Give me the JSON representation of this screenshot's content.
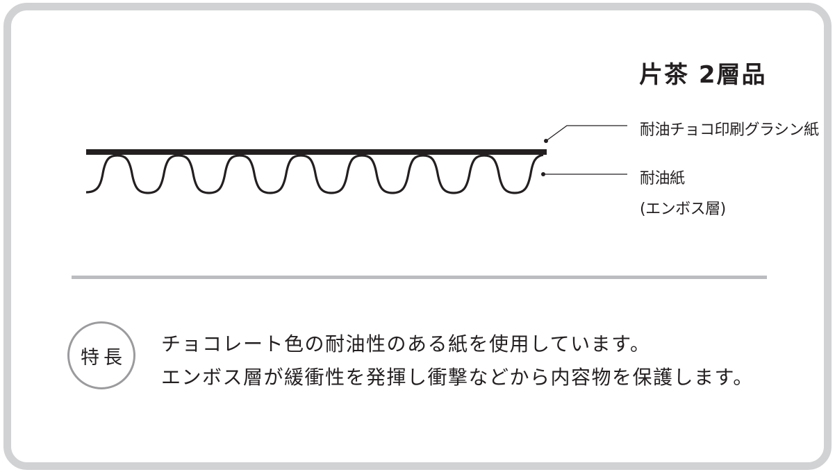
{
  "title": "片茶 2層品",
  "diagram": {
    "layers": [
      {
        "name": "top-layer",
        "label": "耐油チョコ印刷グラシン紙"
      },
      {
        "name": "bottom-layer",
        "label_line1": "耐油紙",
        "label_line2": "(エンボス層)"
      }
    ],
    "colors": {
      "ink": "#231f20",
      "frame": "#d1d2d4",
      "divider": "#bbbcc0",
      "badge_border": "#9b9b9e"
    }
  },
  "features": {
    "badge": "特長",
    "lines": [
      "チョコレート色の耐油性のある紙を使用しています。",
      "エンボス層が緩衝性を発揮し衝撃などから内容物を保護します。"
    ]
  }
}
